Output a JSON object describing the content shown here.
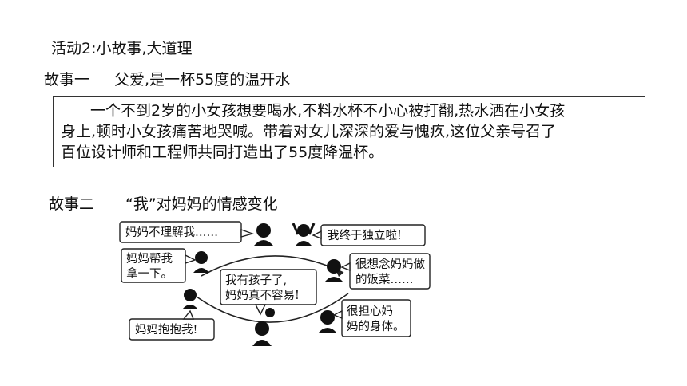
{
  "activity_title": "活动2:小故事,大道理",
  "story1": {
    "label": "故事一",
    "title": "父爱,是一杯55度的温开水",
    "lines": [
      "一个不到2岁的小女孩想要喝水,不料水杯不小心被打翻,热水洒在小女孩",
      "身上,顿时小女孩痛苦地哭喊。带着对女儿深深的爱与愧疚,这位父亲号召了",
      "百位设计师和工程师共同打造出了55度降温杯。"
    ]
  },
  "story2": {
    "label": "故事二",
    "title": "“我”对妈妈的情感变化"
  },
  "comic": {
    "bubbles": [
      [
        "妈妈不理解我……"
      ],
      [
        "我终于独立啦!"
      ],
      [
        "妈妈帮我",
        "拿一下。"
      ],
      [
        "很想念妈妈做",
        "的饭菜……"
      ],
      [
        "我有孩子了,",
        "妈妈真不容易!"
      ],
      [
        "很担心妈",
        "妈的身体。"
      ],
      [
        "妈妈抱抱我!"
      ]
    ]
  },
  "colors": {
    "text": "#111111",
    "border": "#333333"
  }
}
